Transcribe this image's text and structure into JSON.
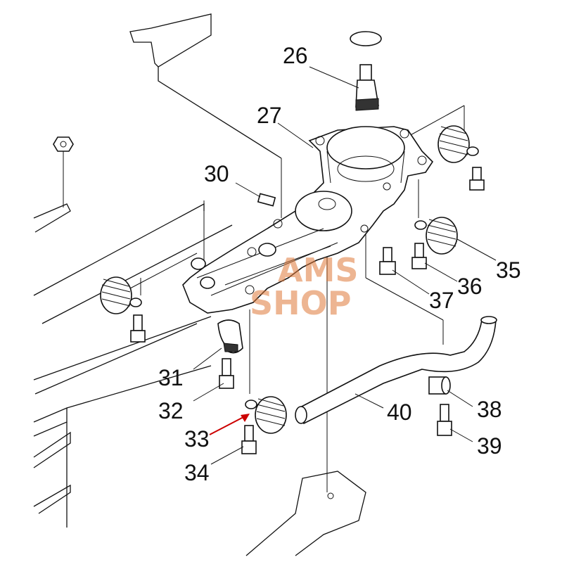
{
  "callouts": {
    "c26": "26",
    "c27": "27",
    "c30": "30",
    "c31": "31",
    "c32": "32",
    "c33": "33",
    "c34": "34",
    "c35": "35",
    "c36": "36",
    "c37": "37",
    "c38": "38",
    "c39": "39",
    "c40": "40"
  },
  "watermark": {
    "line1": "AMS",
    "line2": "SHOP",
    "color": "#e07a3a"
  },
  "colors": {
    "highlight_arrow": "#cc0000",
    "line": "#111111"
  },
  "highlighted_part": "33"
}
